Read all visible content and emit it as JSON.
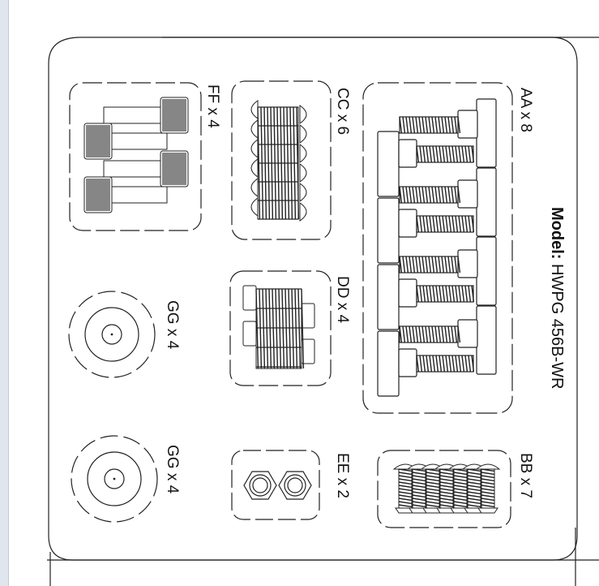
{
  "model": {
    "label": "Model:",
    "value": "HWPG 456B-WR"
  },
  "parts": [
    {
      "code": "AA",
      "label": "AA x 8",
      "quantity": 8,
      "icon": "bolt-assembly-icon"
    },
    {
      "code": "BB",
      "label": "BB x 7",
      "quantity": 7,
      "icon": "flat-head-screw-icon"
    },
    {
      "code": "CC",
      "label": "CC x 6",
      "quantity": 6,
      "icon": "pan-head-screw-icon"
    },
    {
      "code": "DD",
      "label": "DD x 4",
      "quantity": 4,
      "icon": "bolt-nut-icon"
    },
    {
      "code": "EE",
      "label": "EE x 2",
      "quantity": 2,
      "icon": "hex-nut-icon"
    },
    {
      "code": "FF",
      "label": "FF x 4",
      "quantity": 4,
      "icon": "knurled-bolt-icon"
    },
    {
      "code": "GG",
      "label": "GG x 4",
      "quantity": 4,
      "icon": "washer-icon"
    },
    {
      "code": "GG",
      "label": "GG x 4",
      "quantity": 4,
      "icon": "washer-icon"
    }
  ]
}
